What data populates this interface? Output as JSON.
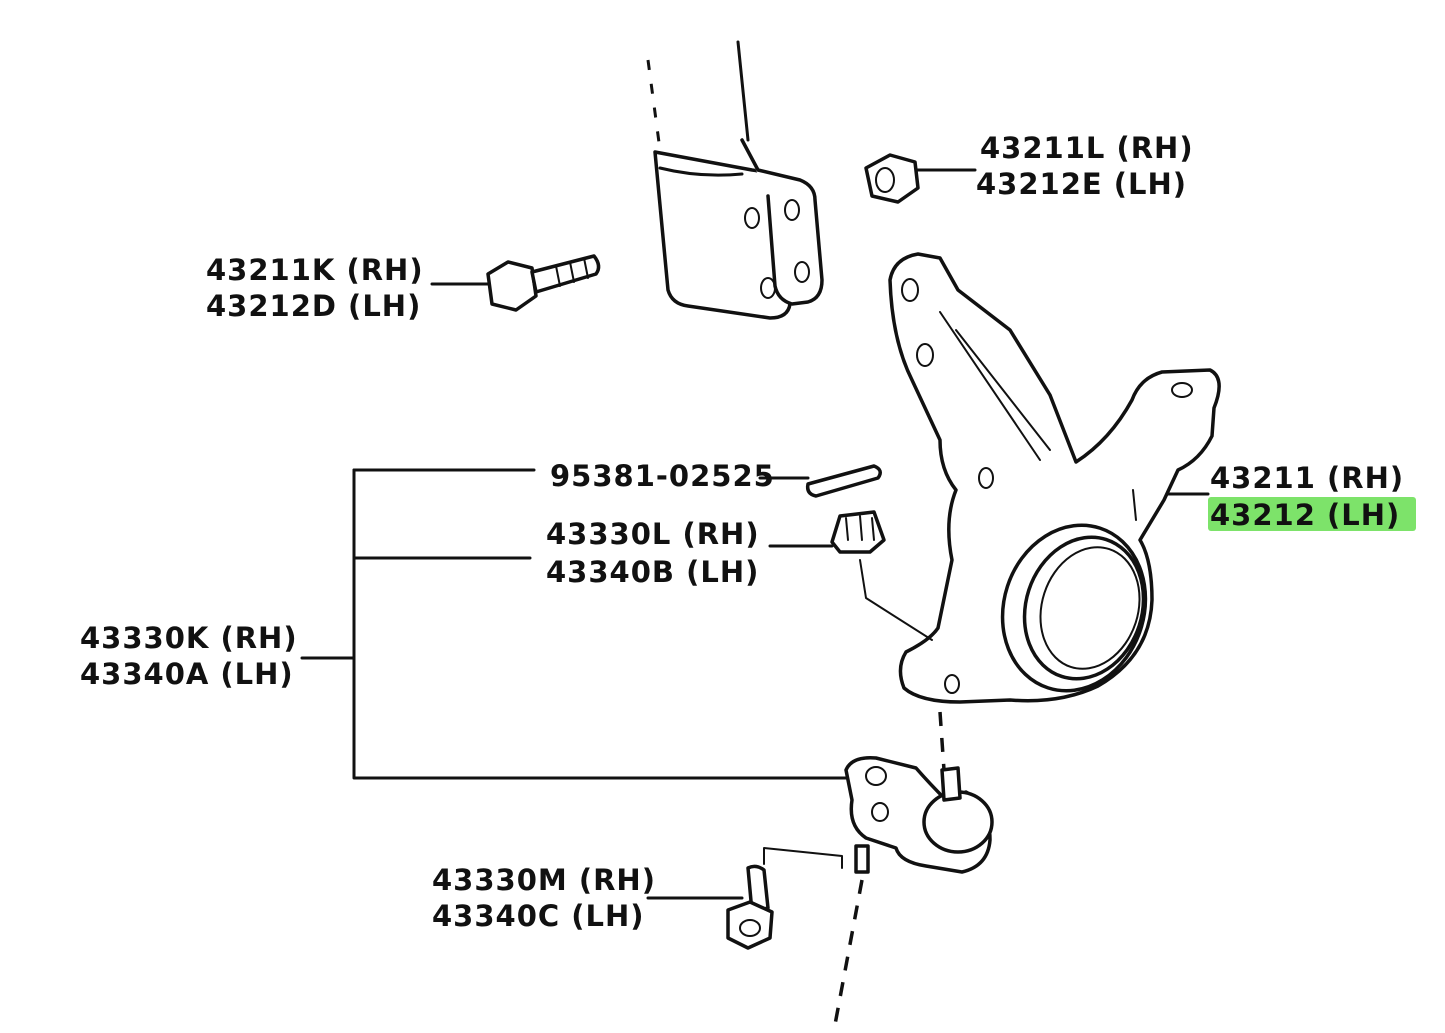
{
  "highlight_color": "#7de36a",
  "labels": {
    "nut_top": {
      "rh": "43211L (RH)",
      "lh": "43212E (LH)"
    },
    "bolt_upper": {
      "rh": "43211K (RH)",
      "lh": "43212D (LH)"
    },
    "cotter_pin": {
      "code": "95381-02525"
    },
    "castle_nut": {
      "rh": "43330L (RH)",
      "lh": "43340B (LH)"
    },
    "ball_joint": {
      "rh": "43330K (RH)",
      "lh": "43340A (LH)"
    },
    "ball_joint_bolt": {
      "rh": "43330M (RH)",
      "lh": "43340C (LH)"
    },
    "knuckle": {
      "rh": "43211 (RH)",
      "lh": "43212 (LH)"
    }
  }
}
